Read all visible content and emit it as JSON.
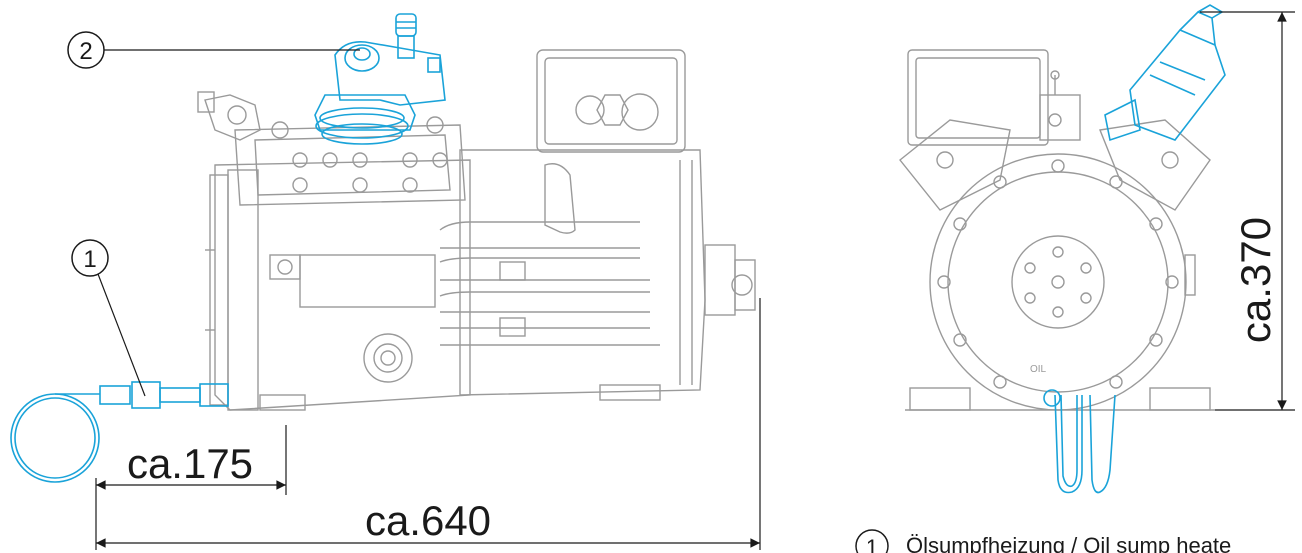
{
  "callouts": [
    {
      "number": "1"
    },
    {
      "number": "2"
    }
  ],
  "dimensions": {
    "depth_175": "ca.175",
    "length_640": "ca.640",
    "height_370": "ca.370"
  },
  "legend": [
    {
      "number": "1",
      "text": "Ölsumpfheizung / Oil sump heate"
    }
  ],
  "colors": {
    "line_gray": "#9a9a9a",
    "accent_blue": "#1aa3d9",
    "text_black": "#1a1a1a"
  }
}
